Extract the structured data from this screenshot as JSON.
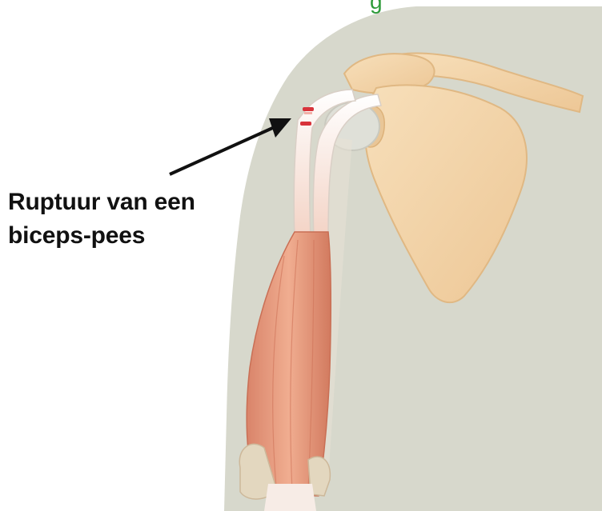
{
  "top_fragment": "g",
  "callout": {
    "line1": "Ruptuur van een",
    "line2": "biceps-pees"
  },
  "colors": {
    "body_silhouette": "#d7d8cc",
    "bone": "#f3d7ad",
    "bone_outline": "#e0b883",
    "muscle": "#e79a7c",
    "muscle_dark": "#cf7358",
    "tendon": "#fbf3ee",
    "rupture_mark": "#d8333b",
    "arrow": "#111111",
    "top_fragment": "#2e9b3a"
  },
  "icons": {
    "pointer": "arrow-icon"
  }
}
